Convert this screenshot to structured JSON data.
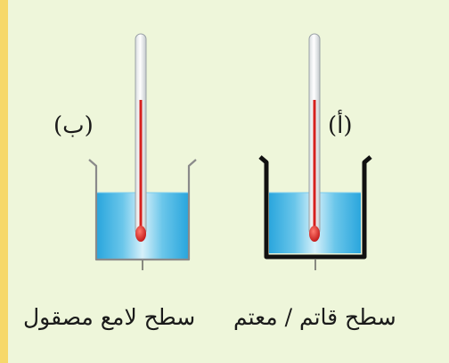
{
  "colors": {
    "left_strip": "#f6d86a",
    "panel_background": "#eef6da",
    "water_light": "#d6f0fa",
    "water_dark": "#2aa6dd",
    "thermometer_liquid": "#d6201e",
    "beaker_a_wall": "#111111",
    "beaker_b_wall": "#8a8a8a"
  },
  "beakers": {
    "b": {
      "label": "(ب)",
      "caption": "سطح لامع مصقول"
    },
    "a": {
      "label": "(أ)",
      "caption": "سطح قاتم / معتم"
    }
  }
}
